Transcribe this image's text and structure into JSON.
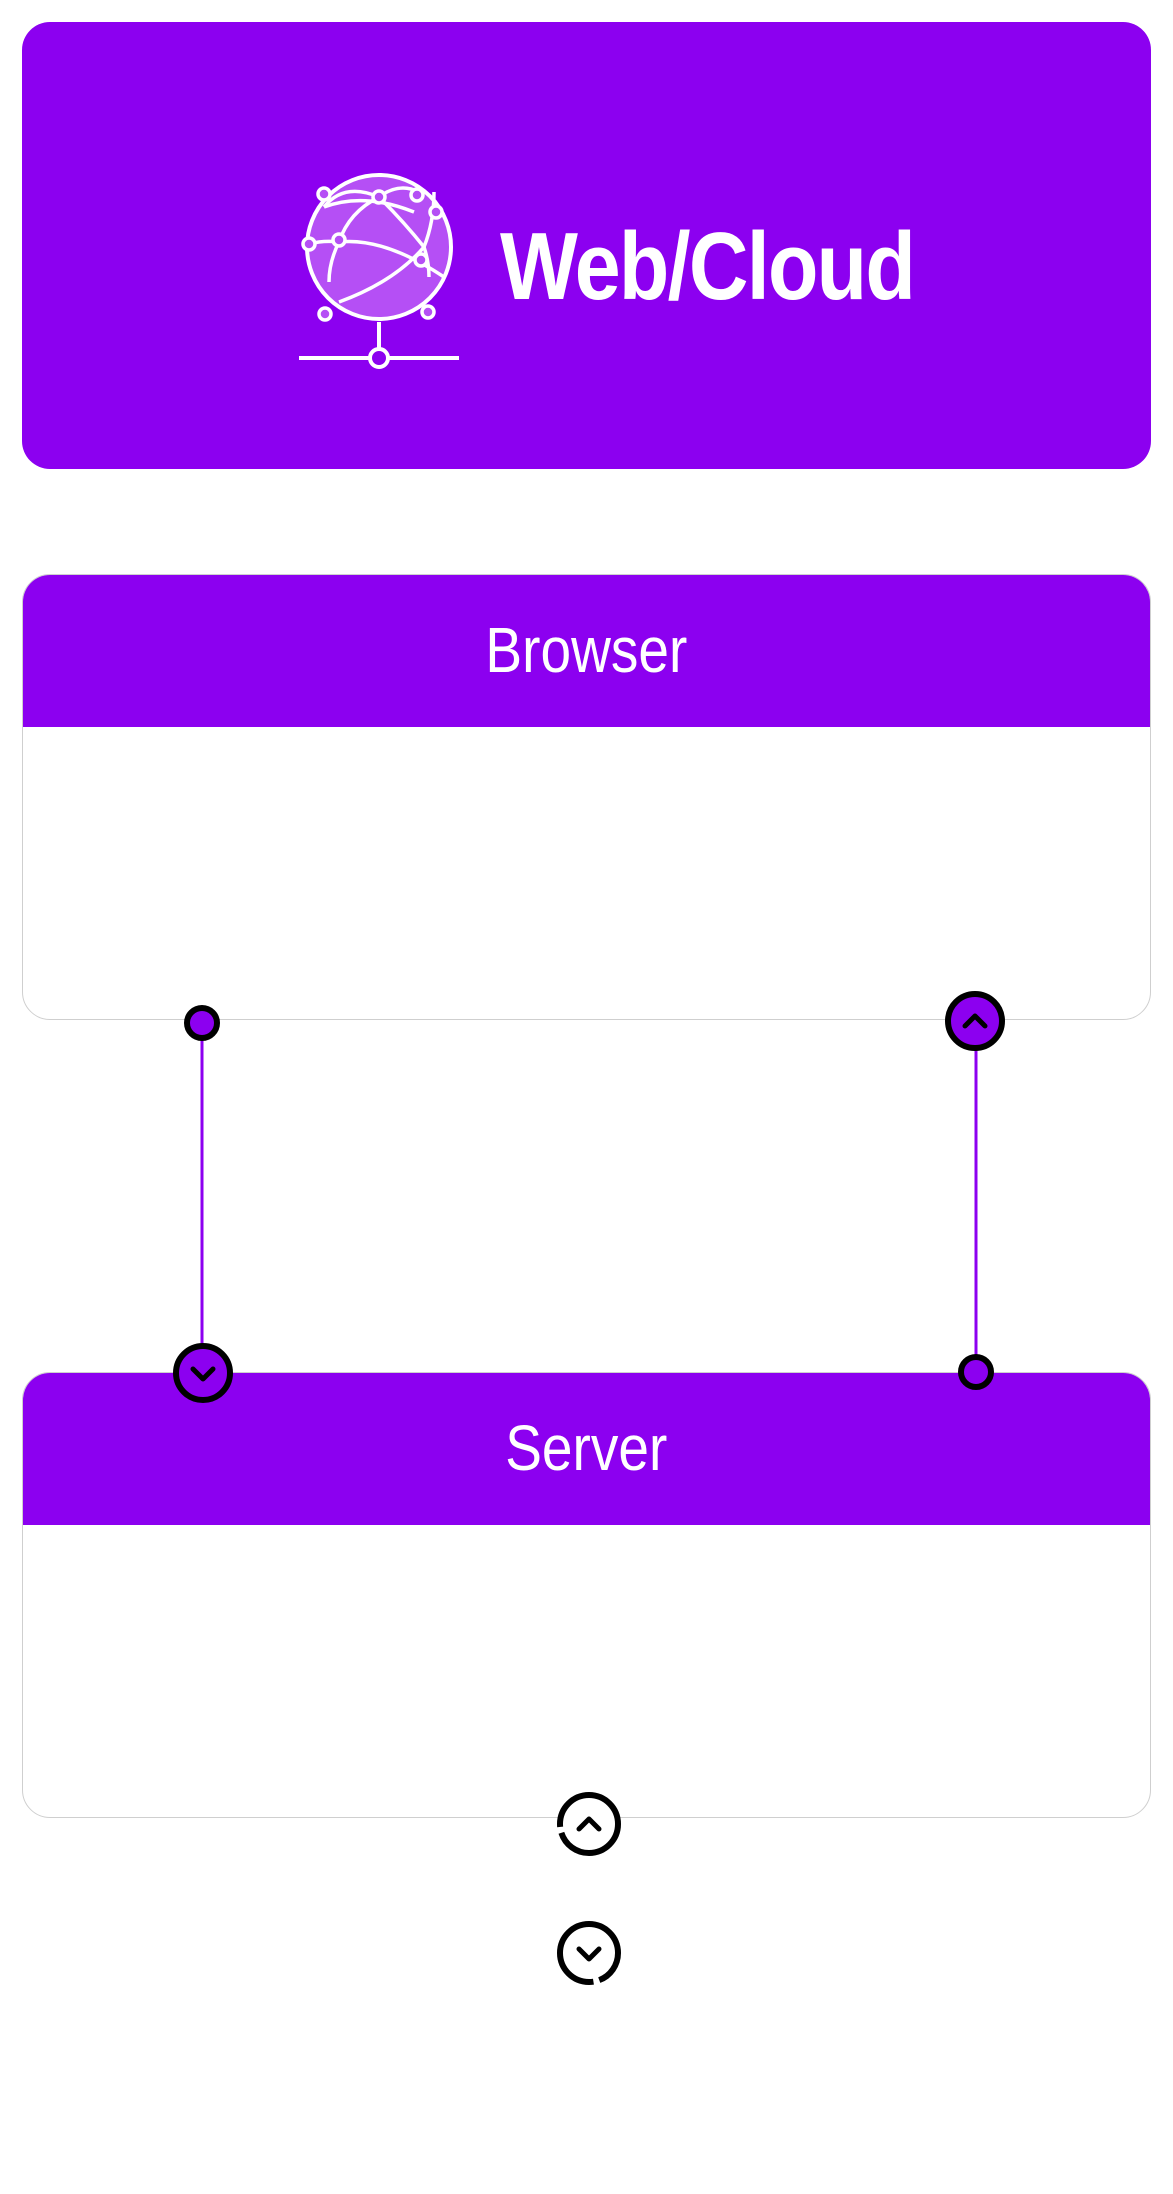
{
  "header": {
    "title": "Web/Cloud",
    "icon": "globe-network-icon"
  },
  "panels": {
    "browser": {
      "title": "Browser"
    },
    "server": {
      "title": "Server"
    }
  },
  "colors": {
    "accent": "#8c00f0",
    "icon_fill": "#b54ff5",
    "outline": "#000000",
    "panel_border": "#cfcfcf",
    "text_on_accent": "#ffffff"
  },
  "connectors": [
    {
      "from": "browser",
      "to": "server",
      "direction": "down",
      "icon": "chevron-down-icon"
    },
    {
      "from": "server",
      "to": "browser",
      "direction": "up",
      "icon": "chevron-up-icon"
    }
  ],
  "scroll_controls": [
    {
      "icon": "chevron-up-icon",
      "action": "scroll-up"
    },
    {
      "icon": "chevron-down-icon",
      "action": "scroll-down"
    }
  ]
}
